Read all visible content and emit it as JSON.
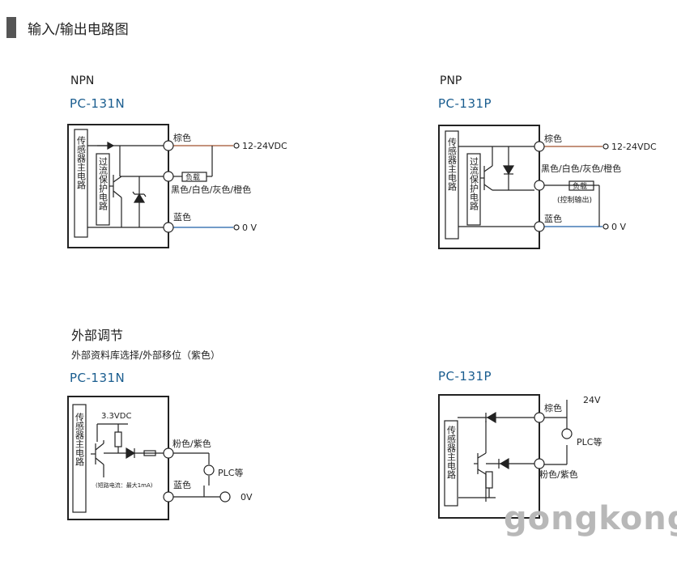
{
  "header": {
    "title": "输入/输出电路图"
  },
  "npn": {
    "type": "NPN",
    "model": "PC-131N",
    "board": "传感器主电路",
    "protect": "过流保护电路",
    "brown": "棕色",
    "blue": "蓝色",
    "black": "黑色/白色/灰色/橙色",
    "load": "负载",
    "vdc": "12-24VDC",
    "zero": "0 V"
  },
  "pnp": {
    "type": "PNP",
    "model": "PC-131P",
    "board": "传感器主电路",
    "protect": "过流保护电路",
    "brown": "棕色",
    "blue": "蓝色",
    "black": "黑色/白色/灰色/橙色",
    "load": "负载",
    "ctrl": "(控制输出)",
    "vdc": "12-24VDC",
    "zero": "0 V"
  },
  "ext": {
    "title": "外部调节",
    "subtitle": "外部资料库选择/外部移位（紫色）",
    "n": {
      "model": "PC-131N",
      "board": "传感器主电路",
      "vdc": "3.3VDC",
      "pink": "粉色/紫色",
      "blue": "蓝色",
      "plc": "PLC等",
      "short": "(短路电流：最大1mA)",
      "zero": "0V"
    },
    "p": {
      "model": "PC-131P",
      "board": "传感器主电路",
      "brown": "棕色",
      "v24": "24V",
      "plc": "PLC等",
      "pink": "粉色/紫色"
    }
  },
  "watermark": "gongkong",
  "colors": {
    "accent": "#1a5d8f",
    "brown_wire": "#a0522d",
    "blue_wire": "#1f5fa8"
  }
}
